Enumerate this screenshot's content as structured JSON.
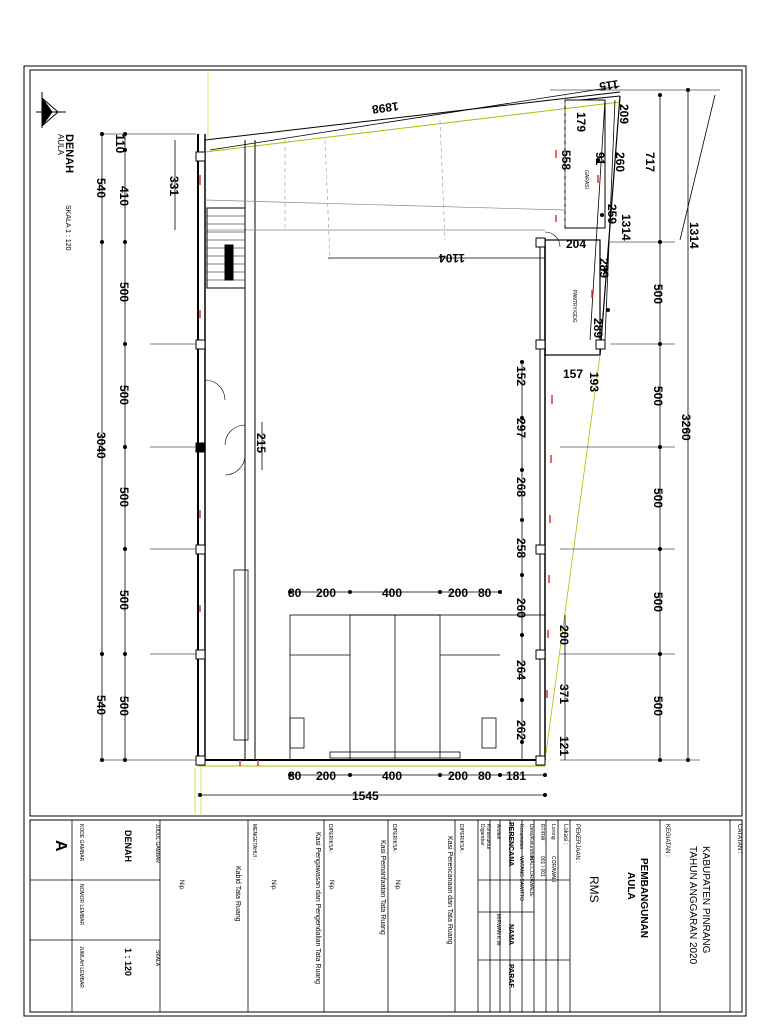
{
  "drawing": {
    "title": "DENAH",
    "subtitle": "AULA",
    "scale": "SKALA 1 : 120"
  },
  "dimensions": {
    "left_top_110": "110",
    "left_540_a": "540",
    "left_410": "410",
    "left_331": "331",
    "left_500": [
      "500",
      "500",
      "500",
      "500",
      "500"
    ],
    "left_total": "3040",
    "left_540_b": "540",
    "inner_215": "215",
    "diag_1898": "1898",
    "diag_1104": "1104",
    "top_115": "115",
    "top_179": "179",
    "top_209": "209",
    "top_558": "558",
    "top_91": "91",
    "top_260": "260",
    "top_717": "717",
    "top_259": "259",
    "top_1314_a": "1314",
    "top_1314_b": "1314",
    "top_204": "204",
    "top_289_a": "289",
    "top_289_b": "289",
    "mid_152": "152",
    "mid_157": "157",
    "mid_193": "193",
    "mid_297": "297",
    "mid_268": "268",
    "mid_258": "258",
    "mid_260": "260",
    "mid_200": "200",
    "mid_264": "264",
    "mid_371": "371",
    "mid_262": "262",
    "mid_121": "121",
    "right_total": "3260",
    "right_500": [
      "500",
      "500",
      "500",
      "500",
      "500"
    ],
    "stage_top": [
      "80",
      "200",
      "400",
      "200",
      "80"
    ],
    "stage_bottom": [
      "80",
      "200",
      "400",
      "200",
      "80",
      "181"
    ],
    "bottom_total": "1545"
  },
  "room_labels": {
    "room1": "GARASI",
    "room2": "PANTRY/GDG"
  },
  "title_block": {
    "catatan": "CATATAN :",
    "kegiatan": "KEGIATAN :",
    "owner_line1": "KABUPATEN PINRANG",
    "owner_line2": "TAHUN ANGGARAN 2020",
    "pekerjaan": "PEKERJAAN :",
    "project_line1": "PEMBANGUNAN",
    "project_line2": "AULA",
    "lokasi_label": "Lokasi :",
    "lokasi_value": "RMS",
    "info_rows": [
      {
        "label": "Lorong",
        "value": "CORAWALI"
      },
      {
        "label": "RT/RW",
        "value": "001 / 001"
      },
      {
        "label": "Desa/Kelurahan",
        "value": "MACCORAWALIE"
      },
      {
        "label": "Kecamatan",
        "value": "WATANG SAWITTO"
      }
    ],
    "perencana": "PERENCANA",
    "nama": "NAMA",
    "paraf": "PARAF",
    "staff": [
      {
        "role": "Arsitek",
        "name": "MIRWAN K.W."
      },
      {
        "role": "Konstruktur",
        "name": ""
      },
      {
        "role": "Digambar",
        "name": ""
      }
    ],
    "approval_blocks": [
      {
        "header": "DIPERIKSA :",
        "role": "Kasi Perencanaan dan Tata Ruang",
        "nip": "Nip."
      },
      {
        "header": "DIPERIKSA :",
        "role": "Kasi Pemanfaatan Tata Ruang",
        "nip": "Nip."
      },
      {
        "header": "DIPERIKSA :",
        "role": "Kasi Pengawasan dan Pengendalian Tata Ruang",
        "nip": "Nip."
      },
      {
        "header": "MENGETAHUI :",
        "role": "Kabid Tata Ruang",
        "nip": "Nip."
      }
    ],
    "judul_gambar_label": "JUDUL GAMBAR",
    "judul_gambar_value": "DENAH",
    "skala_label": "SKALA",
    "skala_value": "1 : 120",
    "kode_gambar_label": "KODE GAMBAR",
    "kode_gambar_value": "A",
    "nomor_lembar_label": "NOMOR LEMBAR",
    "jumlah_lembar_label": "JUMLAH LEMBAR"
  }
}
